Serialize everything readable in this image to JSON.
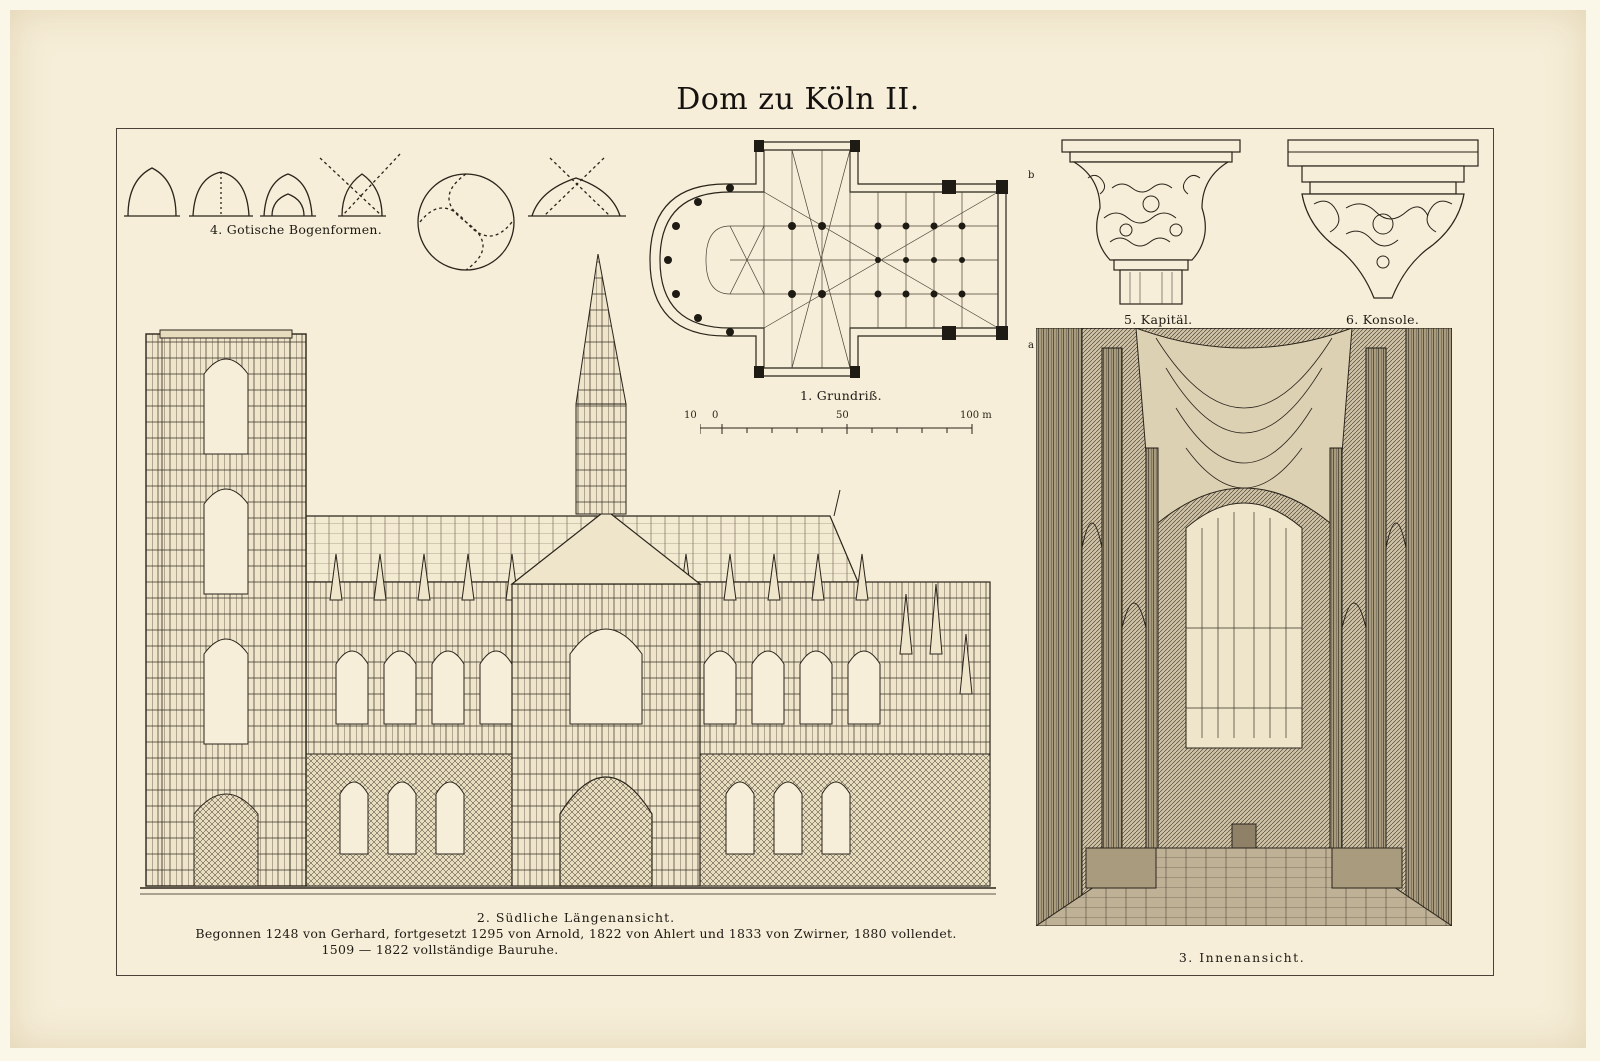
{
  "title": "Dom zu Köln II.",
  "figures": {
    "grundriss": {
      "caption": "1. Grundriß."
    },
    "scale": {
      "labels": [
        "10",
        "0",
        "50",
        "100 m"
      ],
      "side_a": "a",
      "side_b": "b"
    },
    "laengenansicht": {
      "caption": "2. Südliche Längenansicht.",
      "note_line1": "Begonnen 1248 von Gerhard, fortgesetzt 1295 von Arnold, 1822 von Ahlert und 1833 von Zwirner, 1880 vollendet.",
      "note_line2": "1509 — 1822 vollständige Bauruhe."
    },
    "innenansicht": {
      "caption": "3. Innenansicht."
    },
    "bogenformen": {
      "caption": "4. Gotische Bogenformen."
    },
    "kapitaal": {
      "caption": "5. Kapitäl."
    },
    "konsole": {
      "caption": "6. Konsole."
    }
  },
  "colors": {
    "paper": "#f6eed8",
    "ink": "#1e1a14"
  }
}
